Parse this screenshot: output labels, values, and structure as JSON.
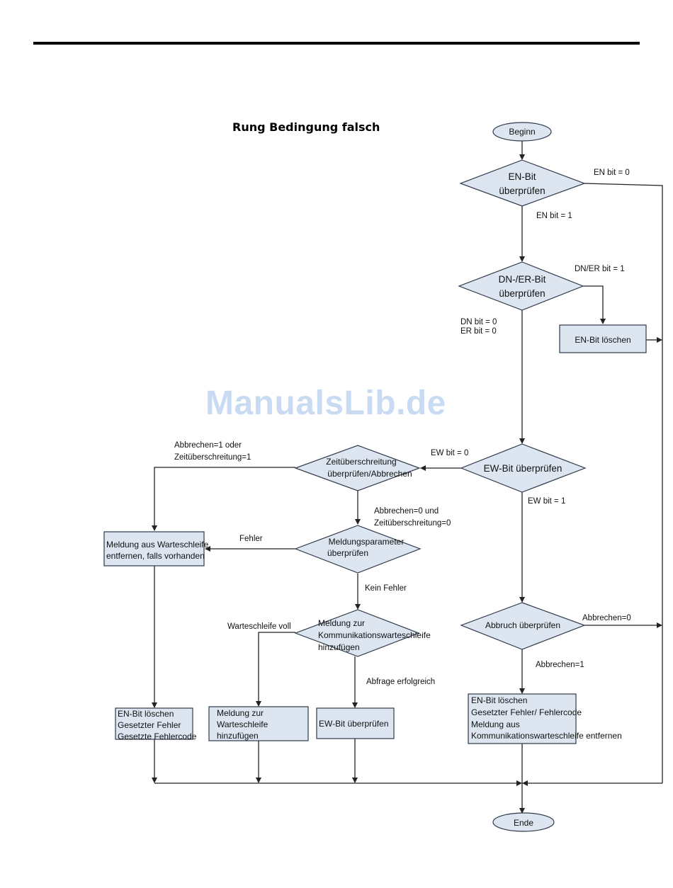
{
  "title": "Rung Bedingung falsch",
  "watermark": "ManualsLib.de",
  "nodes": {
    "start": "Beginn",
    "check_en": [
      "EN-Bit",
      "überprüfen"
    ],
    "check_dn_er": [
      "DN-/ER-Bit",
      "überprüfen"
    ],
    "clear_en": "EN-Bit löschen",
    "check_ew": "EW-Bit überprüfen",
    "check_timeout": [
      "Zeitüberschreitung",
      "überprüfen/Abbrechen"
    ],
    "check_params": [
      "Meldungsparameter",
      "überprüfen"
    ],
    "remove_msg": [
      "Meldung aus Warteschleife",
      "entfernen, falls vorhanden"
    ],
    "add_comm_queue": [
      "Meldung zur",
      "Kommunikationswarteschleife",
      "hinzufügen"
    ],
    "check_abort": "Abbruch überprüfen",
    "box_error": [
      "EN-Bit löschen",
      "Gesetzter Fehler",
      "Gesetzte Fehlercode"
    ],
    "box_add_queue": [
      "Meldung zur",
      "Warteschleife",
      "hinzufügen"
    ],
    "box_check_ew": "EW-Bit überprüfen",
    "box_abort": [
      "EN-Bit löschen",
      "Gesetzter Fehler/ Fehlercode",
      "Meldung aus",
      "Kommunikationswarteschleife entfernen"
    ],
    "end": "Ende"
  },
  "edge_labels": {
    "en0": "EN bit = 0",
    "en1": "EN bit = 1",
    "dner1": "DN/ER bit = 1",
    "dn0": "DN bit = 0",
    "er0": "ER bit = 0",
    "ew0": "EW bit = 0",
    "ew1": "EW bit = 1",
    "abort_or_timeout": [
      "Abbrechen=1 oder",
      "Zeitüberschreitung=1"
    ],
    "abort0_timeout0": [
      "Abbrechen=0 und",
      "Zeitüberschreitung=0"
    ],
    "error": "Fehler",
    "no_error": "Kein Fehler",
    "queue_full": "Warteschleife voll",
    "query_ok": "Abfrage erfolgreich",
    "abort0": "Abbrechen=0",
    "abort1": "Abbrechen=1"
  }
}
